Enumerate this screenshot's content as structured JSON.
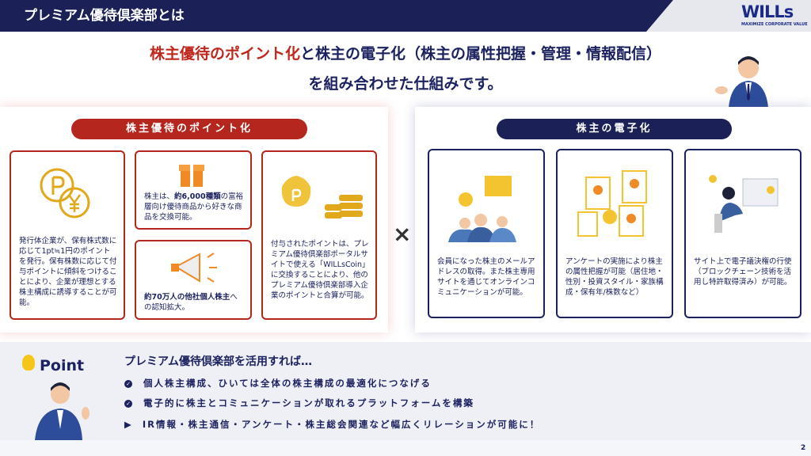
{
  "header": {
    "title": "プレミアム優待倶楽部とは",
    "logo": "WILLs",
    "logo_tagline": "MAXIMIZE CORPORATE VALUE"
  },
  "headline": {
    "line1_red": "株主優待のポイント化",
    "line1_rest": "と株主の電子化（株主の属性把握・管理・情報配信）",
    "line2": "を組み合わせた仕組みです。"
  },
  "left_panel": {
    "title": "株主優待のポイント化",
    "cards": [
      {
        "text": "発行体企業が、保有株式数に応じて1pt≒1円のポイントを発行。保有株数に応じて付与ポイントに傾斜をつけることにより、企業が理想とする株主構成に誘導することが可能。"
      },
      {
        "pre": "株主は、",
        "bold": "約6,000種類",
        "post": "の富裕層向け優待商品から好きな商品を交換可能。"
      },
      {
        "bold": "約70万人の他社個人株主",
        "post": "への認知拡大。"
      },
      {
        "text": "付与されたポイントは、プレミアム優待倶楽部ポータルサイトで使える「WILLsCoin」に交換することにより、他のプレミアム優待倶楽部導入企業のポイントと合算が可能。"
      }
    ]
  },
  "times_symbol": "×",
  "right_panel": {
    "title": "株主の電子化",
    "cards": [
      {
        "text": "会員になった株主のメールアドレスの取得。また株主専用サイトを通じてオンラインコミュニケーションが可能。"
      },
      {
        "text": "アンケートの実施により株主の属性把握が可能（居住地・性別・投資スタイル・家族構成・保有年/株数など）"
      },
      {
        "text": "サイト上で電子議決権の行使（ブロックチェーン技術を活用し特許取得済み）が可能。"
      }
    ]
  },
  "point": {
    "label": "Point",
    "heading": "プレミアム優待倶楽部を活用すれば…",
    "bullets": [
      "個人株主構成、ひいては全体の株主構成の最適化につなげる",
      "電子的に株主とコミュニケーションが取れるプラットフォームを構築"
    ],
    "arrow_item": "IR情報・株主通信・アンケート・株主総会関連など幅広くリレーションが可能に！"
  },
  "page_number": "2",
  "colors": {
    "navy": "#1c2260",
    "red": "#c0271c"
  }
}
